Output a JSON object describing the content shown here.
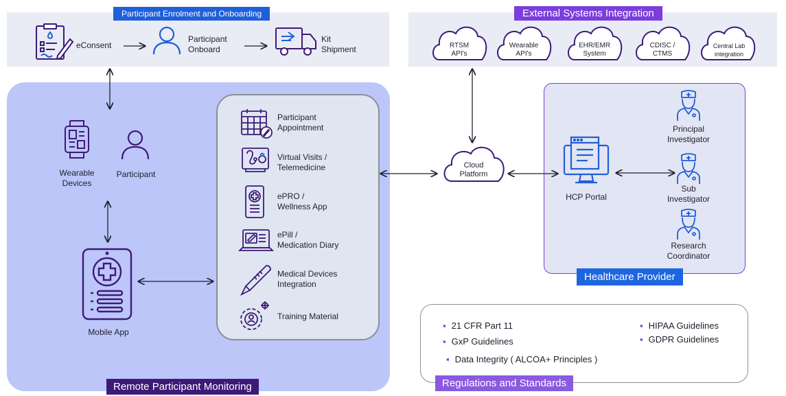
{
  "onboarding": {
    "title": "Participant Enrolment and Onboarding",
    "items": [
      {
        "label": "eConsent",
        "icon": "clipboard-icon"
      },
      {
        "label": "Participant\nOnboard",
        "icon": "user-icon"
      },
      {
        "label": "Kit\nShipment",
        "icon": "truck-icon"
      }
    ]
  },
  "external": {
    "title": "External Systems Integration",
    "clouds": [
      "RTSM\nAPI's",
      "Wearable\nAPI's",
      "EHR/EMR\nSystem",
      "CDISC /\nCTMS",
      "Central Lab\nintegration"
    ]
  },
  "rpm": {
    "title": "Remote Participant Monitoring",
    "wearable_label": "Wearable\nDevices",
    "participant_label": "Participant",
    "mobile_label": "Mobile App",
    "apps": [
      {
        "label": "Participant\nAppointment",
        "icon": "calendar-icon"
      },
      {
        "label": "Virtual Visits /\nTelemedicine",
        "icon": "telemedicine-icon"
      },
      {
        "label": "ePRO /\nWellness App",
        "icon": "phone-medical-icon"
      },
      {
        "label": "ePill /\nMedication Diary",
        "icon": "laptop-pill-icon"
      },
      {
        "label": "Medical Devices\nIntegration",
        "icon": "thermometer-icon"
      },
      {
        "label": "Training Material",
        "icon": "training-gear-icon"
      }
    ]
  },
  "cloud_platform": {
    "label": "Cloud\nPlatform"
  },
  "hcp": {
    "title": "Healthcare Provider",
    "portal_label": "HCP Portal",
    "roles": [
      "Principal\nInvestigator",
      "Sub\nInvestigator",
      "Research\nCoordinator"
    ]
  },
  "regulations": {
    "title": "Regulations and Standards",
    "left": [
      "21 CFR Part 11",
      "GxP Guidelines",
      "Data Integrity ( ALCOA+ Principles )"
    ],
    "right": [
      "HIPAA Guidelines",
      "GDPR Guidelines"
    ]
  },
  "colors": {
    "icon": "#3d1a78",
    "accent_blue": "#1f5fd9",
    "accent_purple": "#7b3ddb",
    "rpm_bg": "#bcc6f8"
  }
}
